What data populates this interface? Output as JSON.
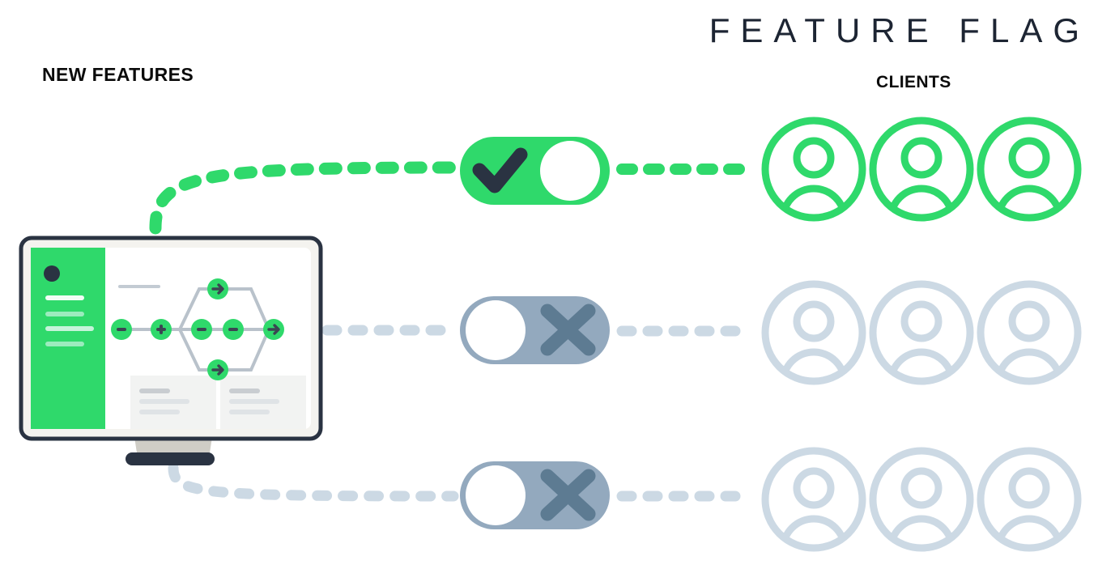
{
  "header": {
    "title": "FEATURE FLAG",
    "left_label": "NEW FEATURES",
    "clients_label": "CLIENTS"
  },
  "colors": {
    "green": "#2fd96b",
    "green_dark": "#28c761",
    "navy": "#2a3342",
    "slate_track": "#93a9be",
    "slate_mark": "#5d7b92",
    "gray_avatar": "#ccd9e4",
    "gray_dash": "#ccd9e4",
    "screen_bg": "#ffffff",
    "bezel_inner": "#f4f3ef",
    "card_bg": "#f2f3f2",
    "stand": "#cfcdc6"
  },
  "monitor": {
    "name": "new-features-monitor",
    "sidebar": {
      "avatar_dot": "dark-circle",
      "bars": 4
    },
    "flow": {
      "nodes": [
        {
          "glyph": "minus",
          "row": "middle"
        },
        {
          "glyph": "plus",
          "row": "middle"
        },
        {
          "glyph": "arrow",
          "row": "top"
        },
        {
          "glyph": "minus",
          "row": "middle"
        },
        {
          "glyph": "minus",
          "row": "middle"
        },
        {
          "glyph": "arrow",
          "row": "bottom"
        },
        {
          "glyph": "arrow",
          "row": "middle"
        }
      ]
    },
    "cards": 2
  },
  "rows": [
    {
      "id": "row-enabled",
      "toggle": {
        "state": "on",
        "glyph": "check",
        "track_color": "#2fd96b"
      },
      "connector_color": "#2fd96b",
      "clients": [
        {
          "label": "client-avatar-1",
          "state": "active"
        },
        {
          "label": "client-avatar-2",
          "state": "active"
        },
        {
          "label": "client-avatar-3",
          "state": "active"
        }
      ]
    },
    {
      "id": "row-disabled-1",
      "toggle": {
        "state": "off",
        "glyph": "cross",
        "track_color": "#93a9be"
      },
      "connector_color": "#ccd9e4",
      "clients": [
        {
          "label": "client-avatar-4",
          "state": "inactive"
        },
        {
          "label": "client-avatar-5",
          "state": "inactive"
        },
        {
          "label": "client-avatar-6",
          "state": "inactive"
        }
      ]
    },
    {
      "id": "row-disabled-2",
      "toggle": {
        "state": "off",
        "glyph": "cross",
        "track_color": "#93a9be"
      },
      "connector_color": "#ccd9e4",
      "clients": [
        {
          "label": "client-avatar-7",
          "state": "inactive"
        },
        {
          "label": "client-avatar-8",
          "state": "inactive"
        },
        {
          "label": "client-avatar-9",
          "state": "inactive"
        }
      ]
    }
  ]
}
